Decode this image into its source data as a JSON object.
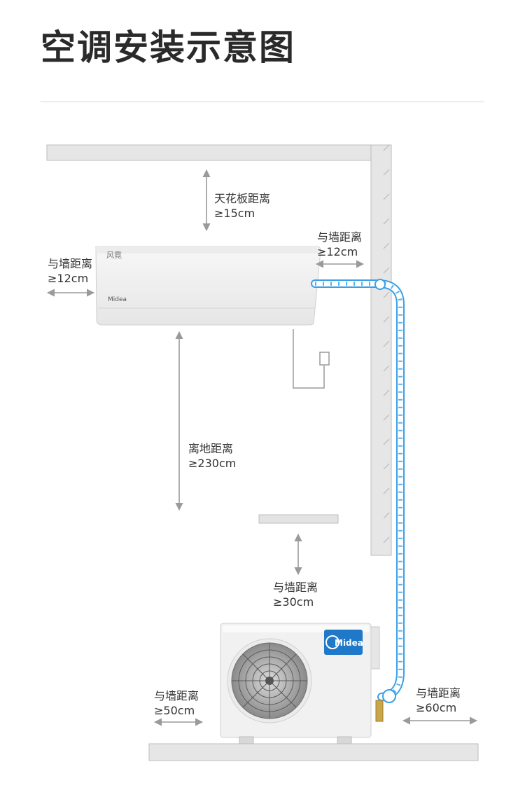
{
  "page": {
    "title": "空调安装示意图"
  },
  "indoor_unit": {
    "model_text": "风霓",
    "brand_text": "Midea"
  },
  "outdoor_unit": {
    "brand_text": "Midea"
  },
  "annotations": {
    "ceiling": {
      "label": "天花板距离",
      "value": "≥15cm"
    },
    "left_wall_indoor": {
      "label": "与墙距离",
      "value": "≥12cm"
    },
    "right_wall_indoor": {
      "label": "与墙距离",
      "value": "≥12cm"
    },
    "floor": {
      "label": "离地距离",
      "value": "≥230cm"
    },
    "top_outdoor": {
      "label": "与墙距离",
      "value": "≥30cm"
    },
    "left_outdoor": {
      "label": "与墙距离",
      "value": "≥50cm"
    },
    "right_outdoor": {
      "label": "与墙距离",
      "value": "≥60cm"
    }
  },
  "colors": {
    "wall": "#e3e3e3",
    "arrow": "#9a9a9a",
    "pipe": "#3aa0e6",
    "brand_badge": "#1f78c8"
  }
}
